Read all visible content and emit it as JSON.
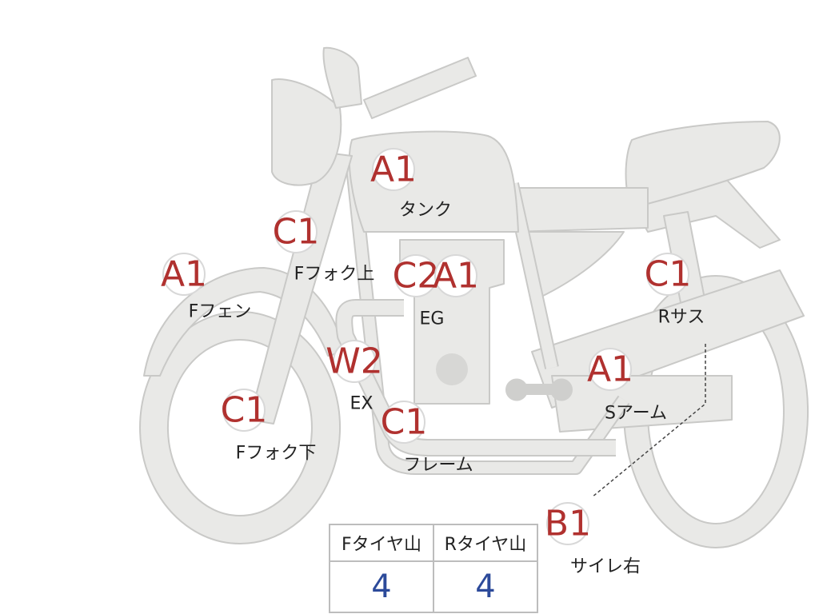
{
  "diagram": {
    "markers": [
      {
        "id": "tank",
        "code": "A1",
        "label": "タンク"
      },
      {
        "id": "f-fork-upper",
        "code": "C1",
        "label": "Fフォク上"
      },
      {
        "id": "f-fender",
        "code": "A1",
        "label": "Fフェン"
      },
      {
        "id": "engine",
        "codes": [
          "C2",
          "A1"
        ],
        "label": "EG"
      },
      {
        "id": "r-suspension",
        "code": "C1",
        "label": "Rサス"
      },
      {
        "id": "exhaust",
        "code": "W2",
        "label": "EX"
      },
      {
        "id": "s-arm",
        "code": "A1",
        "label": "Sアーム"
      },
      {
        "id": "f-fork-lower",
        "code": "C1",
        "label": "Fフォク下"
      },
      {
        "id": "frame",
        "code": "C1",
        "label": "フレーム"
      },
      {
        "id": "side-right",
        "code": "B1",
        "label": "サイレ右"
      }
    ]
  },
  "tire_tread": {
    "headers": [
      "Fタイヤ山",
      "Rタイヤ山"
    ],
    "values": [
      "4",
      "4"
    ]
  },
  "colors": {
    "body_fill": "#e9e9e7",
    "body_stroke": "#c9c9c7",
    "code_red": "#b0312f",
    "value_blue": "#2c4a9a"
  }
}
